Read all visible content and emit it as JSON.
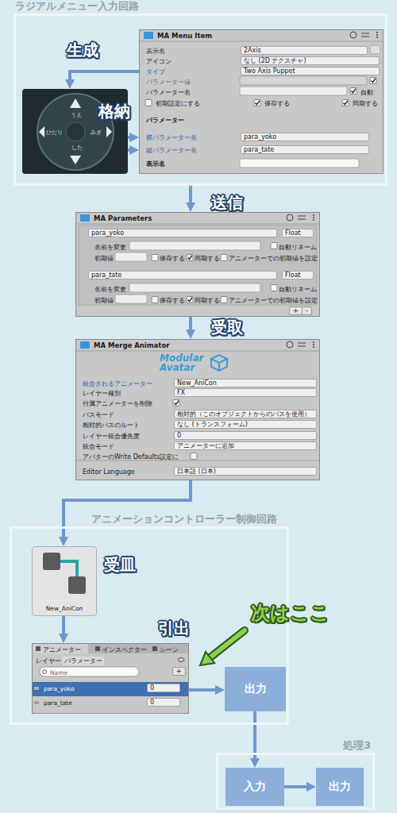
{
  "diagram": {
    "nodes": [
      {
        "text": [
          "ラジアルメニュー入力回路"
        ]
      },
      {
        "text": [
          "MA Menu Item",
          "表示名",
          "2Axis",
          "アイコン",
          "なし (2D テクスチャ)",
          "タイプ",
          "Two Axis Puppet",
          "パラメーター値",
          "パラメーター名",
          "自動",
          "初期設定にする",
          "保存する",
          "同期する",
          "パラメーター",
          "横パラメーター名",
          "para_yoko",
          "縦パラメーター名",
          "para_tate",
          "表示名"
        ],
        "in": 0
      },
      {
        "text": [
          "うえ",
          "ひだり",
          "みぎ",
          "した"
        ],
        "in": 0
      },
      {
        "text": [
          "MA Parameters",
          "para_yoko",
          "Float",
          "名前を変更",
          "自動リネーム",
          "初期値",
          "保存する",
          "同期する",
          "アニメーターでの初期値を設定",
          "para_tate",
          "Float",
          "名前を変更",
          "自動リネーム",
          "初期値",
          "保存する",
          "同期する",
          "アニメーターでの初期値を設定",
          "+",
          "-"
        ]
      },
      {
        "text": [
          "MA Merge Animator",
          "Modular Avatar",
          "統合されるアニメーター",
          "New_AniCon",
          "レイヤー種別",
          "FX",
          "付属アニメーターを削除",
          "パスモード",
          "相対的（このオブジェクトからのパスを使用）",
          "相対的パスのルート",
          "なし (トランスフォーム)",
          "レイヤー統合優先度",
          "0",
          "統合モード",
          "アニメーターに追加",
          "アバターのWrite Defaults設定に",
          "Editor Language",
          "日本語 (日本)"
        ]
      },
      {
        "text": [
          "アニメーションコントローラー制御回路"
        ]
      },
      {
        "text": [
          "受皿",
          "New_AniCon"
        ],
        "in": 5
      },
      {
        "text": [
          "引出",
          "アニメーター",
          "インスペクター",
          "シーン",
          "レイヤー",
          "パラメーター",
          "Name",
          "+",
          "para_yoko",
          "0",
          "para_tate",
          "0"
        ],
        "in": 5
      },
      {
        "text": [
          "出力"
        ],
        "in": 5
      },
      {
        "text": [
          "処理3"
        ]
      },
      {
        "text": [
          "入力"
        ],
        "in": 9
      },
      {
        "text": [
          "出力"
        ],
        "in": 9
      }
    ],
    "edges": [
      {
        "from": 1,
        "to": 2,
        "label": "生成",
        "arrow": "to"
      },
      {
        "from": 2,
        "to": 1,
        "label": "格納",
        "arrow": "to"
      },
      {
        "from": 2,
        "to": 1,
        "arrow": "to"
      },
      {
        "from": 0,
        "to": 3,
        "label": "送信",
        "arrow": "to"
      },
      {
        "from": 3,
        "to": 4,
        "label": "受取",
        "arrow": "to"
      },
      {
        "from": 4,
        "to": 6,
        "arrow": "to"
      },
      {
        "from": 6,
        "to": 7,
        "arrow": "to"
      },
      {
        "from": 7,
        "to": 8,
        "arrow": "to"
      },
      {
        "from": 8,
        "to": 10,
        "arrow": "to"
      },
      {
        "from": 10,
        "to": 11,
        "arrow": "to"
      }
    ],
    "labels": [
      "次はここ"
    ]
  }
}
